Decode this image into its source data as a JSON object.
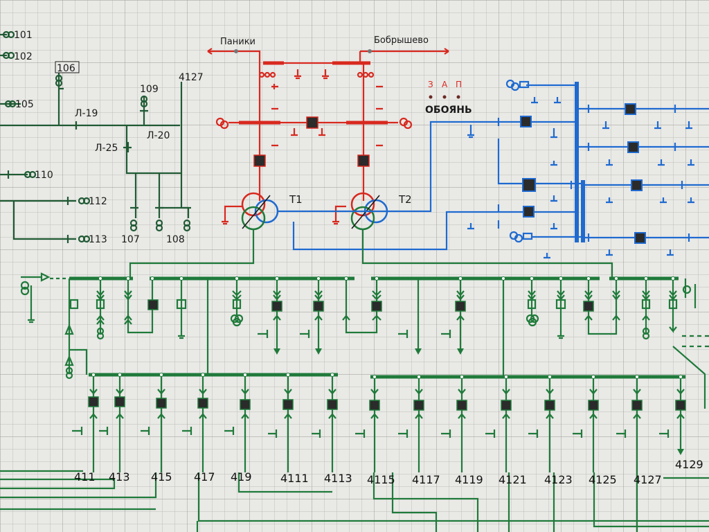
{
  "diagram": {
    "title_text": "",
    "incoming_lines": {
      "left": "Паники",
      "right": "Бобрышево"
    },
    "transformers": [
      "T1",
      "T2"
    ],
    "panel": {
      "indicators": [
        "З",
        "А",
        "П"
      ],
      "name": "ОБОЯНЬ"
    },
    "left_network": {
      "nodes": [
        "101",
        "102",
        "106",
        "109",
        "4127",
        "105",
        "110",
        "112",
        "113",
        "107",
        "108"
      ],
      "lines": [
        "Л-19",
        "Л-20",
        "Л-25"
      ]
    },
    "feeders": [
      "411",
      "413",
      "415",
      "417",
      "419",
      "4111",
      "4113",
      "4115",
      "4117",
      "4119",
      "4121",
      "4123",
      "4125",
      "4127",
      "4129"
    ]
  },
  "colors": {
    "background": "#e9e9e6",
    "grid": "#bdbdb8",
    "high_voltage": "#d8281e",
    "medium_voltage": "#1e6ad0",
    "low_voltage": "#1f7a3a",
    "ink": "#1b1b1b",
    "breaker_fill": "#2b2b2b"
  }
}
